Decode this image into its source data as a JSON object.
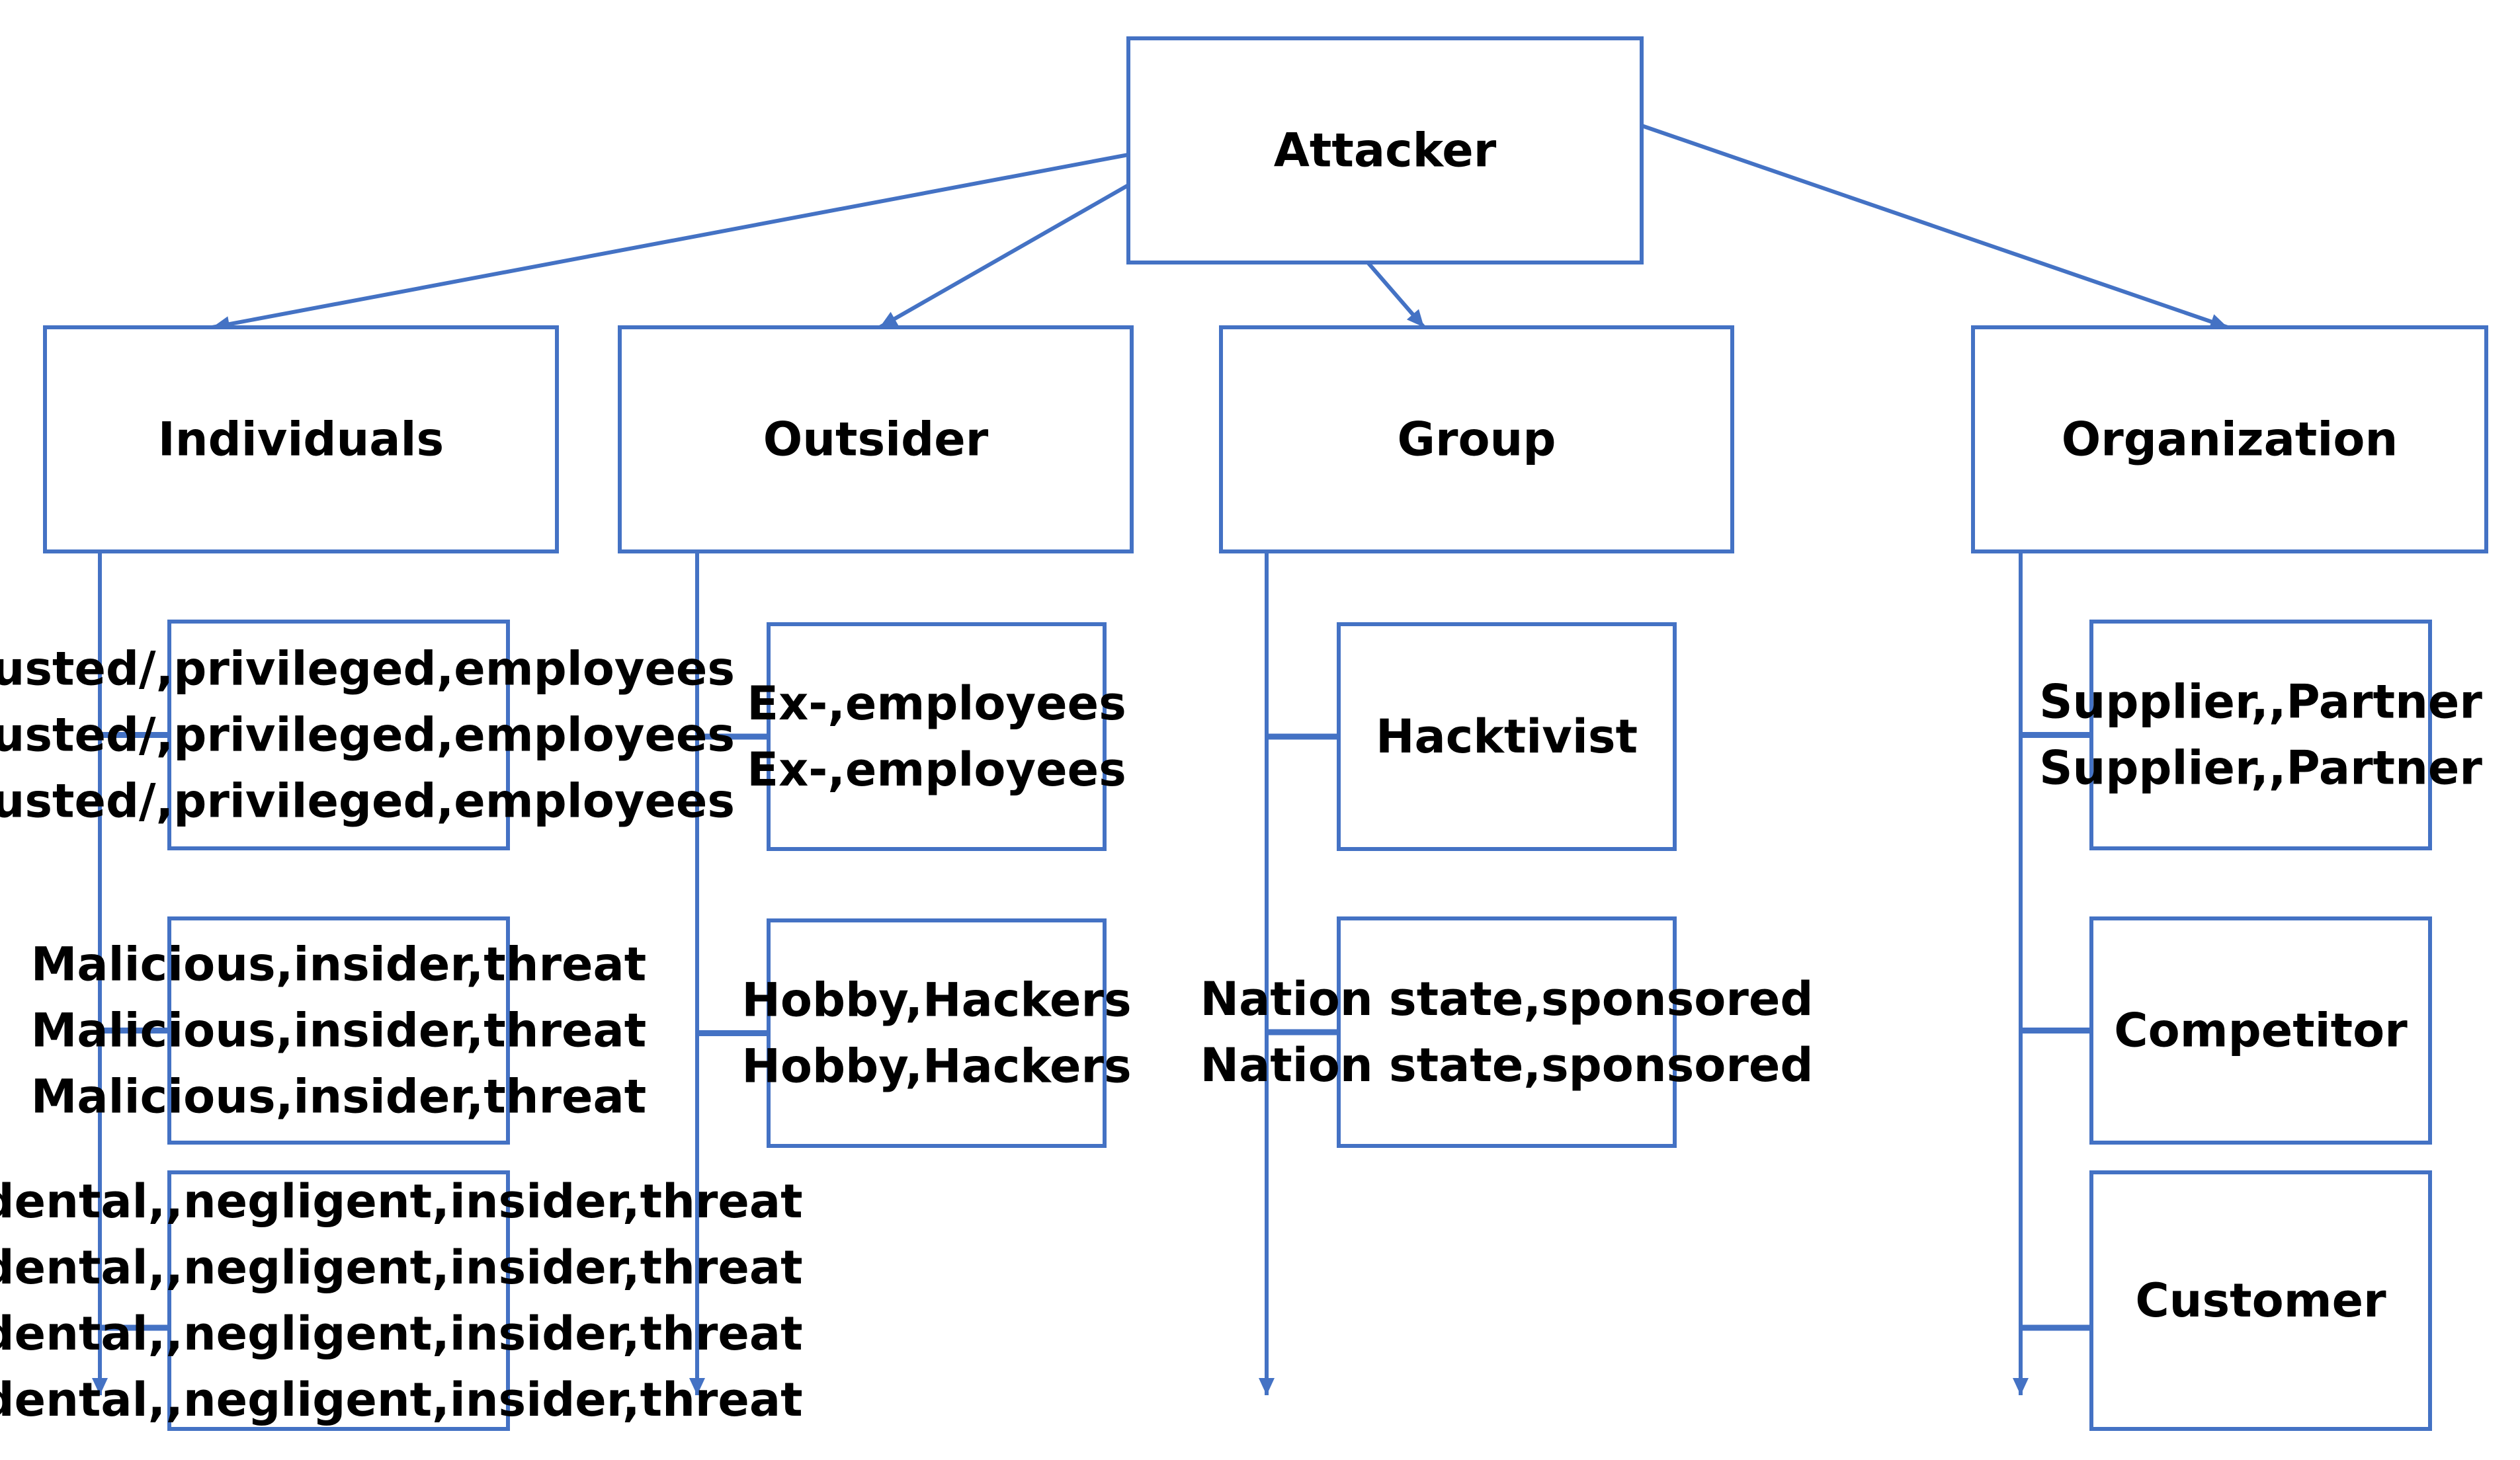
{
  "diagram": {
    "root": {
      "label": "Attacker"
    },
    "categories": [
      {
        "label": "Individuals",
        "items": [
          {
            "lines": [
              "Trusted/",
              "privileged",
              "employees"
            ]
          },
          {
            "lines": [
              "Malicious",
              "insider",
              "threat"
            ]
          },
          {
            "lines": [
              "Accidental,",
              "negligent",
              "insider",
              "threat"
            ]
          }
        ]
      },
      {
        "label": "Outsider",
        "items": [
          {
            "lines": [
              "Ex-",
              "employees"
            ]
          },
          {
            "lines": [
              "Hobby",
              "Hackers"
            ]
          }
        ]
      },
      {
        "label": "Group",
        "items": [
          {
            "lines": [
              "Hacktivist"
            ]
          },
          {
            "lines": [
              "Nation state",
              "sponsored"
            ]
          }
        ]
      },
      {
        "label": "Organization",
        "items": [
          {
            "lines": [
              "Supplier,",
              "Partner"
            ]
          },
          {
            "lines": [
              "Competitor"
            ]
          },
          {
            "lines": [
              "Customer"
            ]
          }
        ]
      }
    ],
    "colors": {
      "stroke": "#4472c4",
      "text": "#000000",
      "background": "#ffffff"
    }
  }
}
